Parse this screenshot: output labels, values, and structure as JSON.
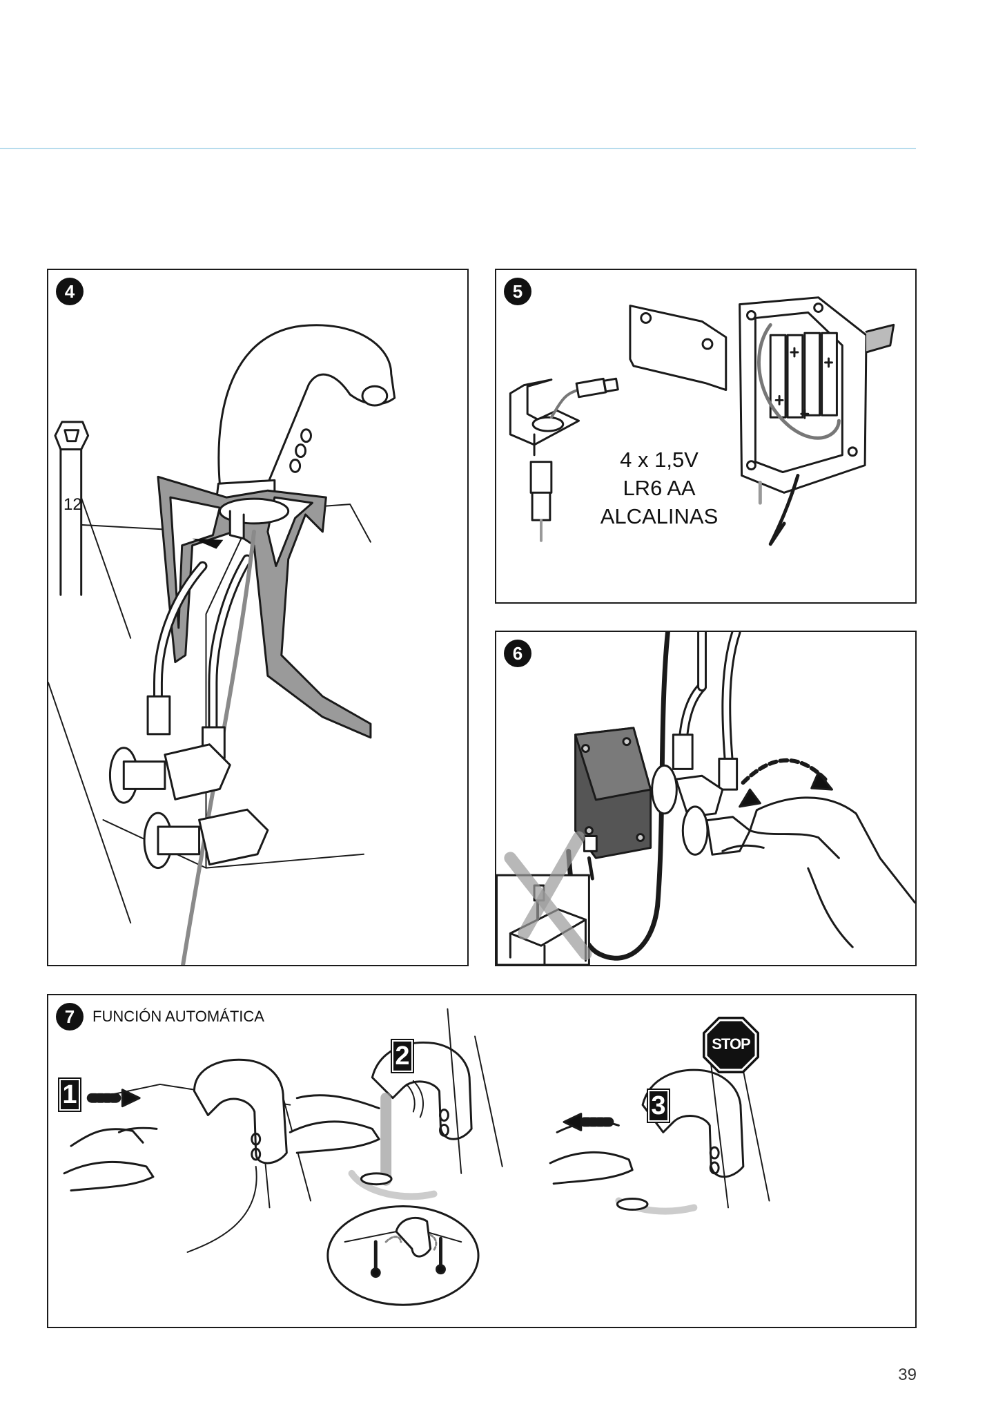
{
  "steps": {
    "step4": {
      "number": "4",
      "wrench_size": "12"
    },
    "step5": {
      "number": "5",
      "battery_lines": [
        "4 x 1,5V",
        "LR6 AA",
        "ALCALINAS"
      ]
    },
    "step6": {
      "number": "6"
    },
    "step7": {
      "number": "7",
      "title": "FUNCIÓN AUTOMÁTICA",
      "sub_steps": [
        "1",
        "2",
        "3"
      ],
      "stop_sign": "STOP"
    }
  },
  "page_number": "39",
  "colors": {
    "accent_rule": "#b7dced",
    "line": "#1a1a1a",
    "gray_fill": "#8a8a8a"
  }
}
